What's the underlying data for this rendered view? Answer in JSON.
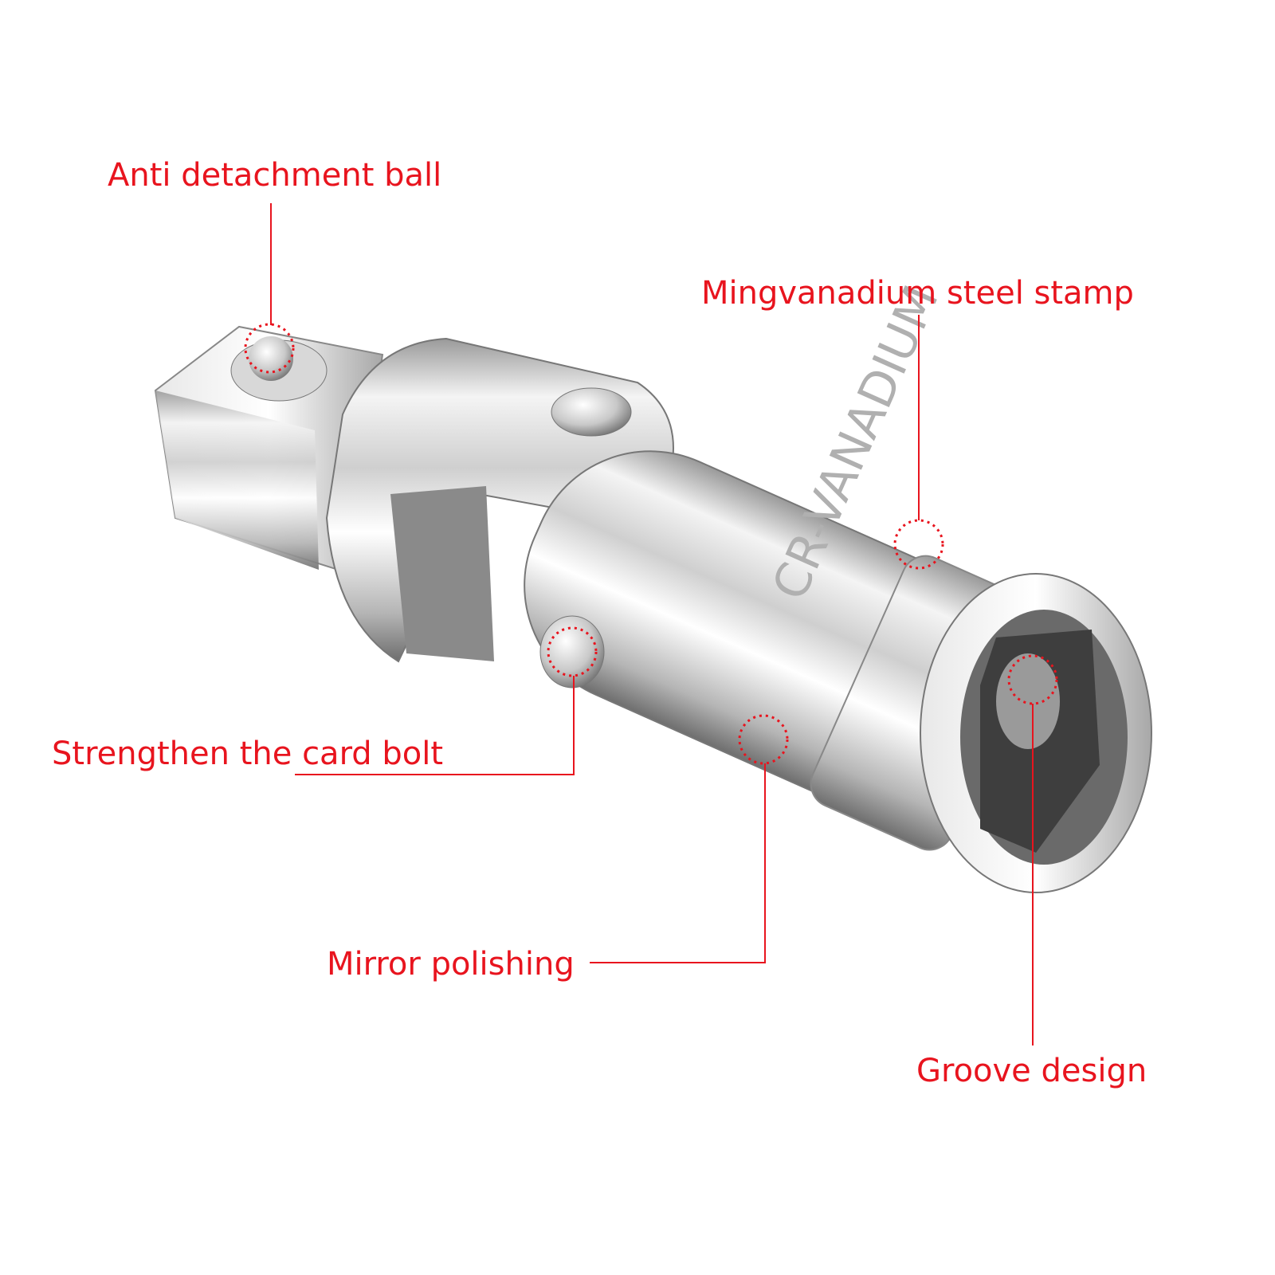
{
  "accent_color": "#e8141e",
  "product": {
    "name": "universal-joint-socket-adapter",
    "stamp_text": "CR-VANADIUM"
  },
  "callouts": [
    {
      "id": "anti-detachment-ball",
      "label": "Anti detachment ball"
    },
    {
      "id": "steel-stamp",
      "label": "Mingvanadium steel stamp"
    },
    {
      "id": "card-bolt",
      "label": "Strengthen the card bolt"
    },
    {
      "id": "mirror-polishing",
      "label": "Mirror polishing"
    },
    {
      "id": "groove-design",
      "label": "Groove design"
    }
  ]
}
